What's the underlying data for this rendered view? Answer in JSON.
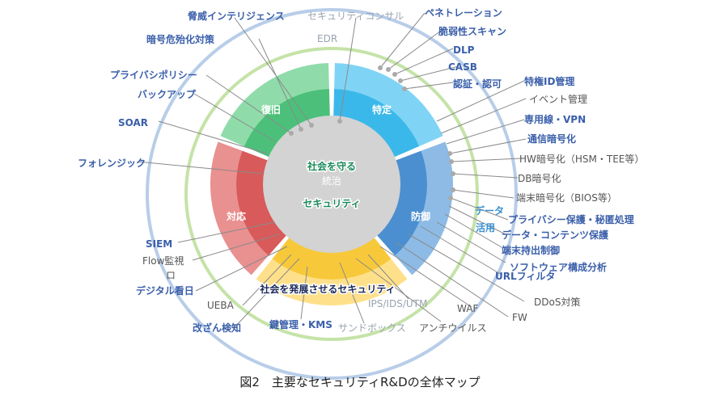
{
  "center": {
    "line1": "社会を守る",
    "line2": "セキュリティ",
    "sub": "統治"
  },
  "banner": "社会を発展させるセキュリティ",
  "quadrants": {
    "fukkyu": "復旧",
    "tokutei": "特定",
    "taiou": "対応",
    "bougyo": "防御"
  },
  "data_use": {
    "line1": "データ",
    "line2": "活用"
  },
  "labels": {
    "threat_intel": "脅威インテリジェンス",
    "sec_consul": "セキュリティコンサル",
    "edr": "EDR",
    "pentest": "ペネトレーション",
    "vuln_scan": "脆弱性スキャン",
    "dlp": "DLP",
    "casb": "CASB",
    "auth": "認証・認可",
    "priv_id": "特権ID管理",
    "event_mgmt": "イベント管理",
    "vpn": "専用線・VPN",
    "comm_enc": "通信暗号化",
    "hw_enc": "HW暗号化（HSM・TEE等）",
    "db_enc": "DB暗号化",
    "term_enc": "端末暗号化（BIOS等）",
    "privacy_sec": "プライバシー保護・秘匿処理",
    "content_prot": "データ・コンテンツ保護",
    "device_ctrl": "端末持出制御",
    "sw_comp": "ソフトウェア構成分析",
    "url_filter": "URLフィルタ",
    "ddos": "DDoS対策",
    "waf": "WAF",
    "fw": "FW",
    "antivirus": "アンチウイルス",
    "ips": "IPS/IDS/UTM",
    "sandbox": "サンドボックス",
    "kms": "鍵管理・KMS",
    "tamper": "改ざん検知",
    "ueba": "UEBA",
    "forensic_log": "デジタル看日",
    "log": "ロ",
    "flow": "Flow監視",
    "siem": "SIEM",
    "forensic": "フォレンジック",
    "soar": "SOAR",
    "backup": "バックアップ",
    "privacy_policy": "プライバシポリシー",
    "pq_crypto": "暗号危殆化対策"
  },
  "caption": "図2　主要なセキュリティR&Dの全体マップ",
  "colors": {
    "green": "#7fd49b",
    "cyan": "#5cc8f0",
    "red": "#e07373",
    "blue": "#5aa0da",
    "yellow": "#ffd257",
    "ring_green": "#c5e3a8",
    "ring_blue": "#b8cde8",
    "center_text": "#1a8a5a",
    "banner_text": "#1b2a5a"
  }
}
